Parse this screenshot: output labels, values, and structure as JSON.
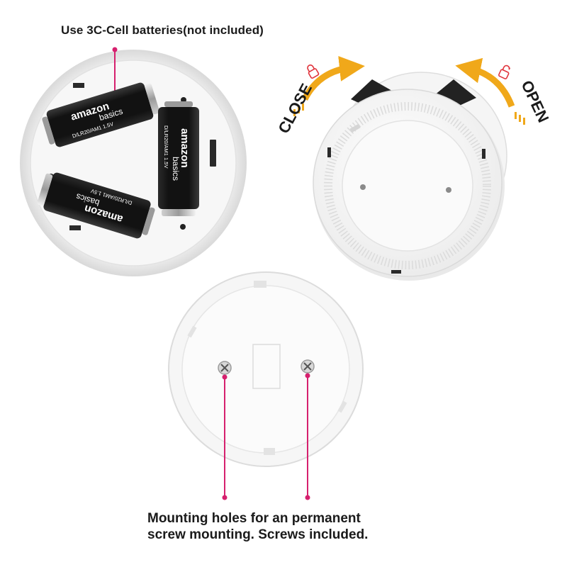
{
  "captions": {
    "top": "Use 3C-Cell batteries(not included)",
    "bottom_line1": "Mounting holes for an permanent",
    "bottom_line2": "screw mounting. Screws included."
  },
  "battery": {
    "brand": "amazon",
    "sub_brand": "basics",
    "spec": "D/LR20/AM1 1.5V",
    "count": 3
  },
  "rotation": {
    "close_label": "CLOSE",
    "open_label": "OPEN"
  },
  "colors": {
    "accent_pink": "#d6206e",
    "arrow_yellow": "#f0a81a",
    "lock_red": "#e0343c",
    "battery_black": "#121212",
    "housing_white": "#f7f7f7",
    "frame_grey": "#dcdcdc"
  }
}
